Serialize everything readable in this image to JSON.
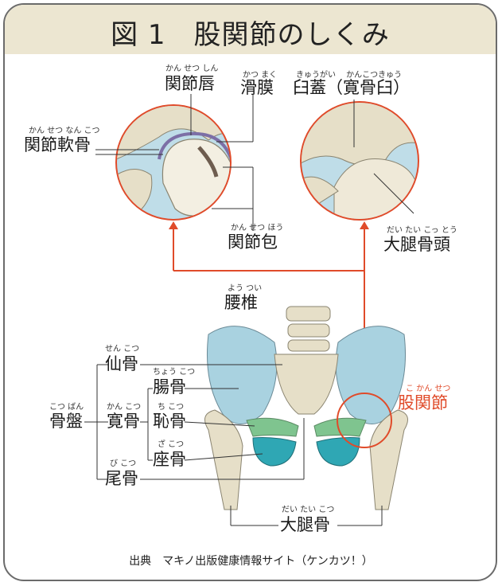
{
  "title": "図 1　股関節のしくみ",
  "top_labels": {
    "labrum": {
      "text": "関節唇",
      "ruby": "かん せつ しん"
    },
    "synovium": {
      "text": "滑膜",
      "ruby": "かつ まく"
    },
    "acetabulum": {
      "text": "臼蓋（寛骨臼）",
      "ruby": "きゅうがい　 かんこつきゅう"
    },
    "cartilage": {
      "text": "関節軟骨",
      "ruby": "かん せつ なん こつ"
    },
    "capsule": {
      "text": "関節包",
      "ruby": "かん せつ ほう"
    },
    "femoral_head": {
      "text": "大腿骨頭",
      "ruby": "だい たい こっ とう"
    }
  },
  "pelvis_labels": {
    "lumbar": {
      "text": "腰椎",
      "ruby": "よう つい"
    },
    "sacrum": {
      "text": "仙骨",
      "ruby": "せん こつ"
    },
    "ilium": {
      "text": "腸骨",
      "ruby": "ちょう こつ"
    },
    "pelvis": {
      "text": "骨盤",
      "ruby": "こつ ばん"
    },
    "hipbone": {
      "text": "寛骨",
      "ruby": "かん こつ"
    },
    "pubis": {
      "text": "恥骨",
      "ruby": "ち こつ"
    },
    "ischium": {
      "text": "座骨",
      "ruby": "ざ こつ"
    },
    "coccyx": {
      "text": "尾骨",
      "ruby": "び こつ"
    },
    "hipjoint": {
      "text": "股関節",
      "ruby": "こ かん せつ"
    },
    "femur": {
      "text": "大腿骨",
      "ruby": "だい たい こつ"
    }
  },
  "source": "出典　マキノ出版健康情報サイト（ケンカツ！）",
  "colors": {
    "accent": "#e04b2a",
    "bone": "#e6dfc8",
    "ilium": "#a9d2e0",
    "pubis": "#7fc48f",
    "ischium": "#2fa7b4"
  }
}
